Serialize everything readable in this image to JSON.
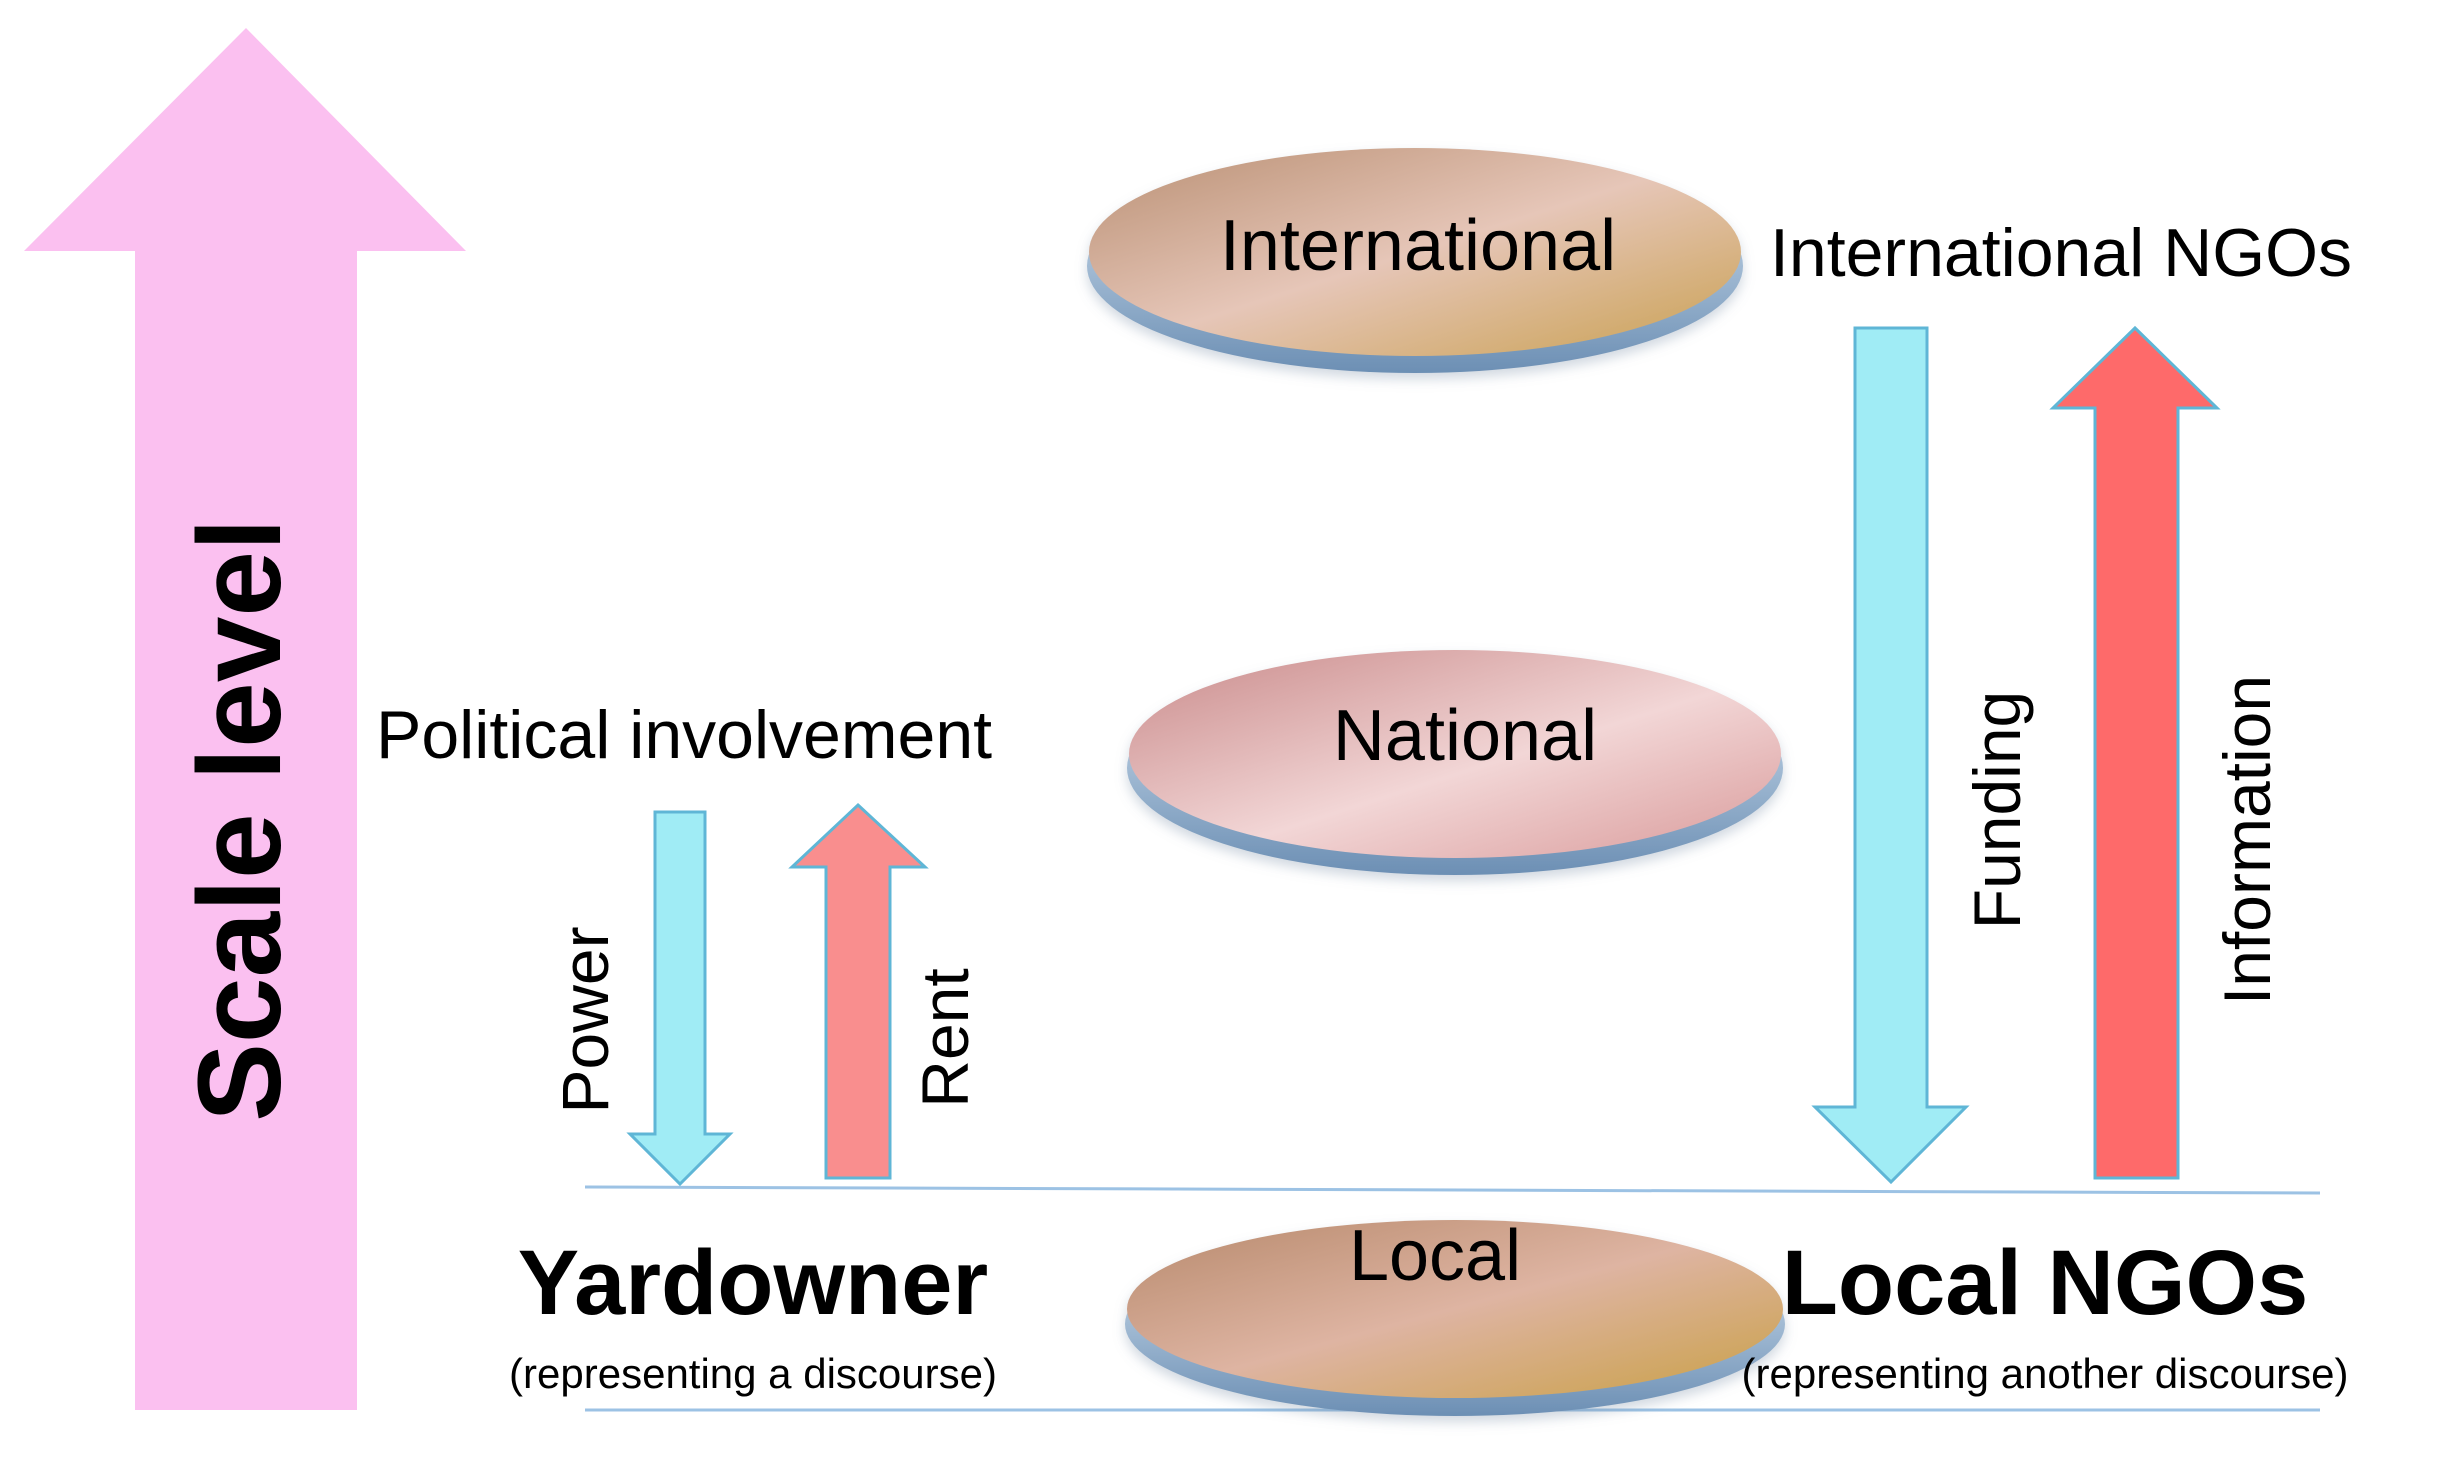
{
  "axis": {
    "label": "Scale level"
  },
  "levels": {
    "international": "International",
    "national": "National",
    "local": "Local"
  },
  "actors": {
    "yardowner": {
      "name": "Yardowner",
      "note": "(representing a discourse)"
    },
    "local_ngos": {
      "name": "Local NGOs",
      "note": "(representing another discourse)"
    },
    "international_ngos": "International NGOs",
    "political_involvement": "Political involvement"
  },
  "flows": {
    "power": "Power",
    "rent": "Rent",
    "funding": "Funding",
    "information": "Information"
  },
  "colors": {
    "scale_arrow": "#fbc0f0",
    "cyan_arrow": "#a0ecf5",
    "red_arrow_light": "#f98e8e",
    "red_arrow": "#fe6a6a",
    "international_disc": "#c9a282",
    "national_disc": "#dba1a0",
    "local_disc": "#c29b70",
    "guide_line": "#9cc2e4"
  }
}
